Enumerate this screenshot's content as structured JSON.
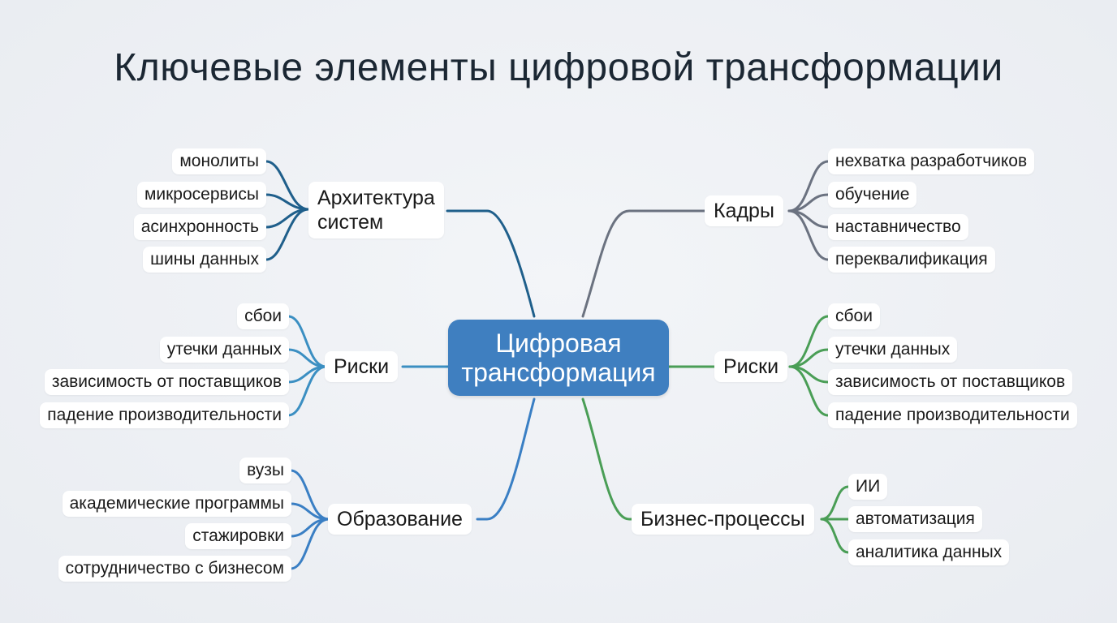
{
  "title": "Ключевые элементы цифровой трансформации",
  "center": {
    "line1": "Цифровая",
    "line2": "трансформация"
  },
  "branches": {
    "architecture": {
      "label_line1": "Архитектура",
      "label_line2": "систем",
      "color": "#1f5f8b",
      "items": [
        "монолиты",
        "микросервисы",
        "асинхронность",
        "шины данных"
      ]
    },
    "risks_left": {
      "label": "Риски",
      "color": "#3b8fc2",
      "items": [
        "сбои",
        "утечки данных",
        "зависимость от поставщиков",
        "падение производительности"
      ]
    },
    "education": {
      "label": "Образование",
      "color": "#3a7fc4",
      "items": [
        "вузы",
        "академические программы",
        "стажировки",
        "сотрудничество с бизнесом"
      ]
    },
    "staff": {
      "label": "Кадры",
      "color": "#6b7280",
      "items": [
        "нехватка разработчиков",
        "обучение",
        "наставничество",
        "переквалификация"
      ]
    },
    "risks_right": {
      "label": "Риски",
      "color": "#4a9e56",
      "items": [
        "сбои",
        "утечки данных",
        "зависимость от поставщиков",
        "падение производительности"
      ]
    },
    "business": {
      "label": "Бизнес-процессы",
      "color": "#4a9e56",
      "items": [
        "ИИ",
        "автоматизация",
        "аналитика данных"
      ]
    }
  }
}
